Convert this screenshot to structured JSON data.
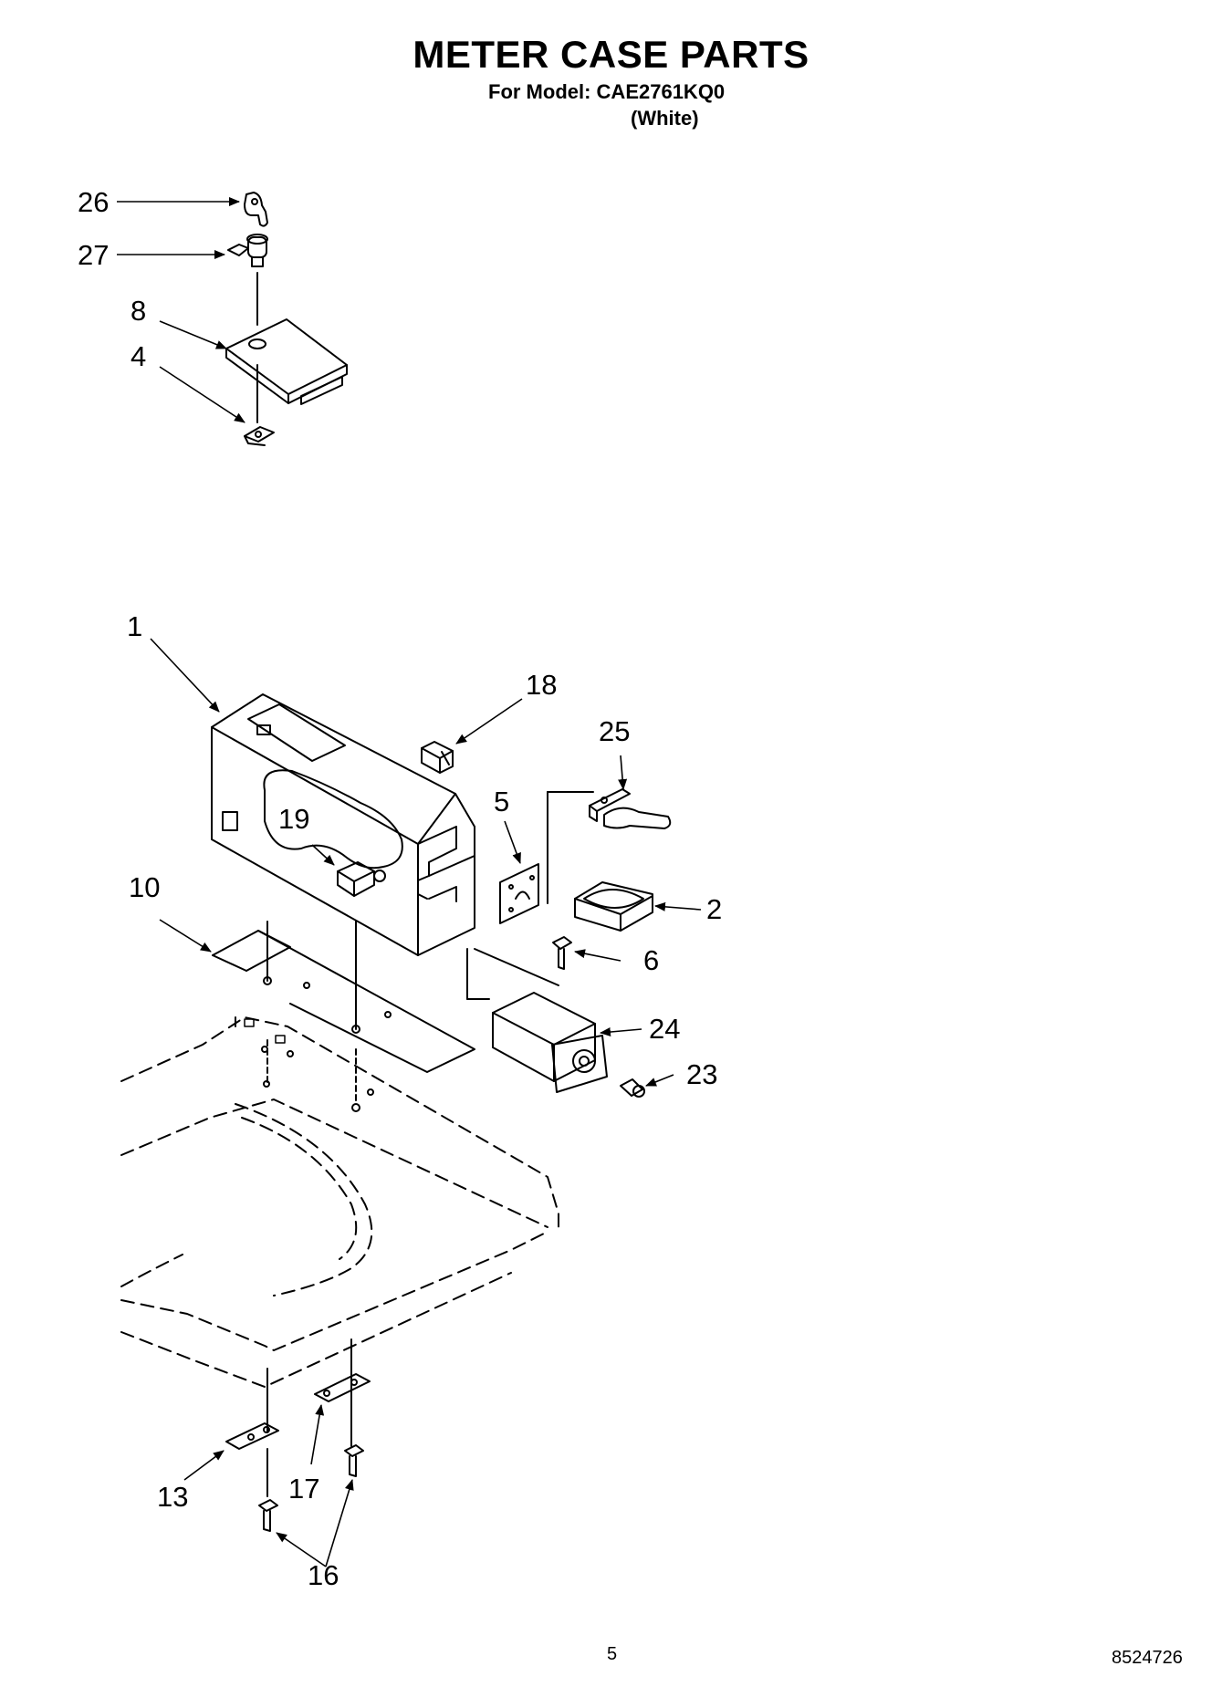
{
  "header": {
    "title": "METER CASE PARTS",
    "model_line": "For Model: CAE2761KQ0",
    "variant": "(White)"
  },
  "callouts": [
    {
      "id": "c26",
      "number": "26"
    },
    {
      "id": "c27",
      "number": "27"
    },
    {
      "id": "c8",
      "number": "8"
    },
    {
      "id": "c4",
      "number": "4"
    },
    {
      "id": "c1",
      "number": "1"
    },
    {
      "id": "c18",
      "number": "18"
    },
    {
      "id": "c25",
      "number": "25"
    },
    {
      "id": "c5",
      "number": "5"
    },
    {
      "id": "c19",
      "number": "19"
    },
    {
      "id": "c10",
      "number": "10"
    },
    {
      "id": "c2",
      "number": "2"
    },
    {
      "id": "c6",
      "number": "6"
    },
    {
      "id": "c24",
      "number": "24"
    },
    {
      "id": "c23",
      "number": "23"
    },
    {
      "id": "c13",
      "number": "13"
    },
    {
      "id": "c17",
      "number": "17"
    },
    {
      "id": "c16",
      "number": "16"
    }
  ],
  "footer": {
    "page_number": "5",
    "document_number": "8524726"
  }
}
